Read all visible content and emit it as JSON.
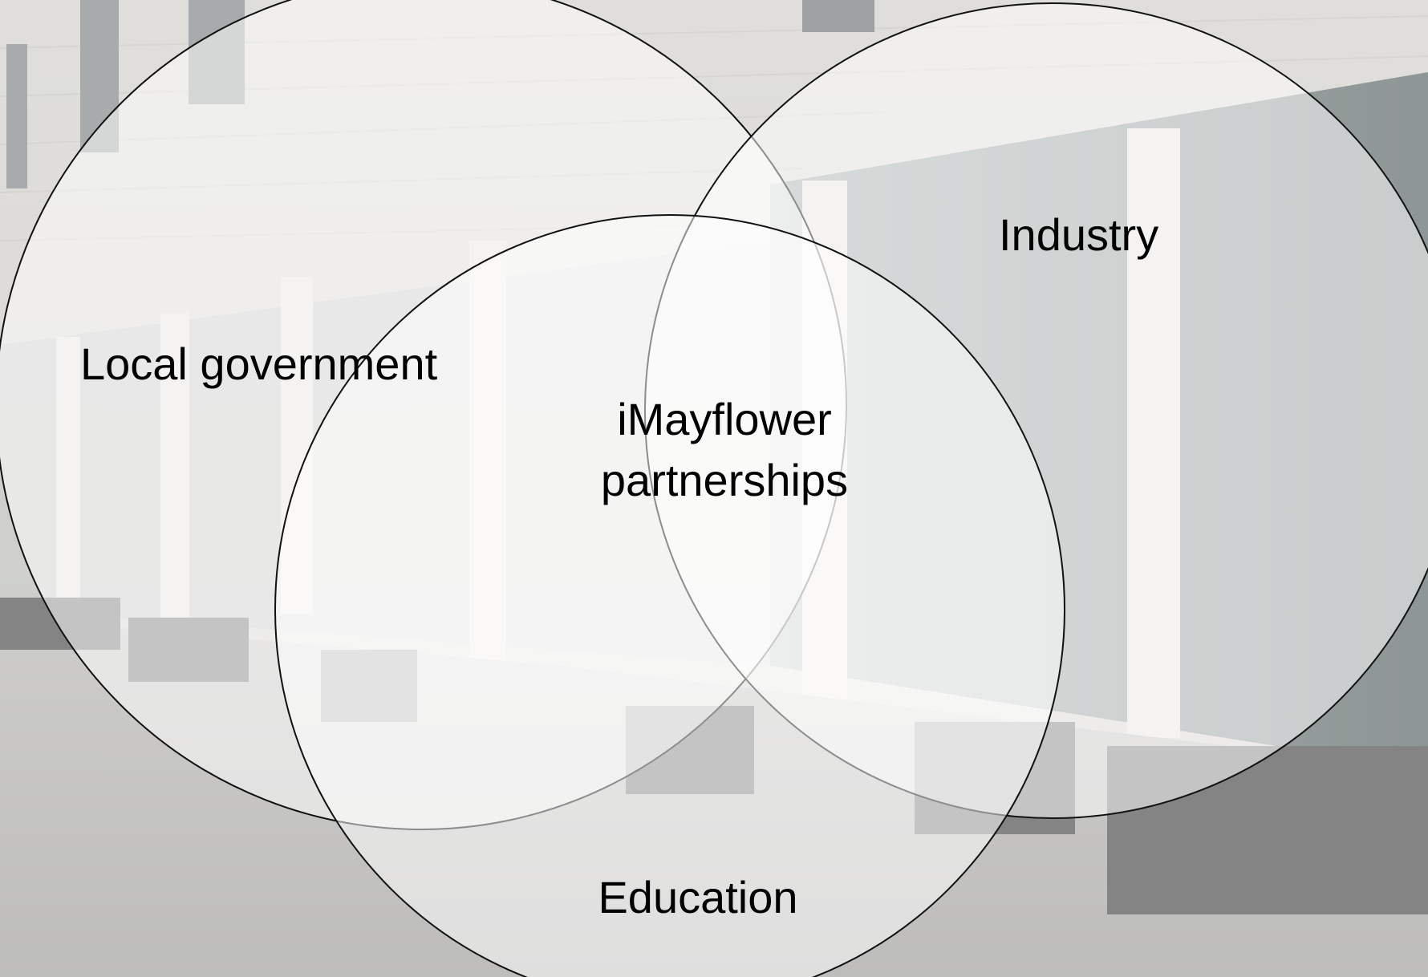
{
  "diagram": {
    "type": "venn",
    "sets": [
      {
        "id": "local-government",
        "label": "Local government"
      },
      {
        "id": "industry",
        "label": "Industry"
      },
      {
        "id": "education",
        "label": "Education"
      }
    ],
    "intersection": {
      "line1": "iMayflower",
      "line2": "partnerships"
    }
  },
  "background": {
    "photo": "building-colonnade-street-photo"
  }
}
